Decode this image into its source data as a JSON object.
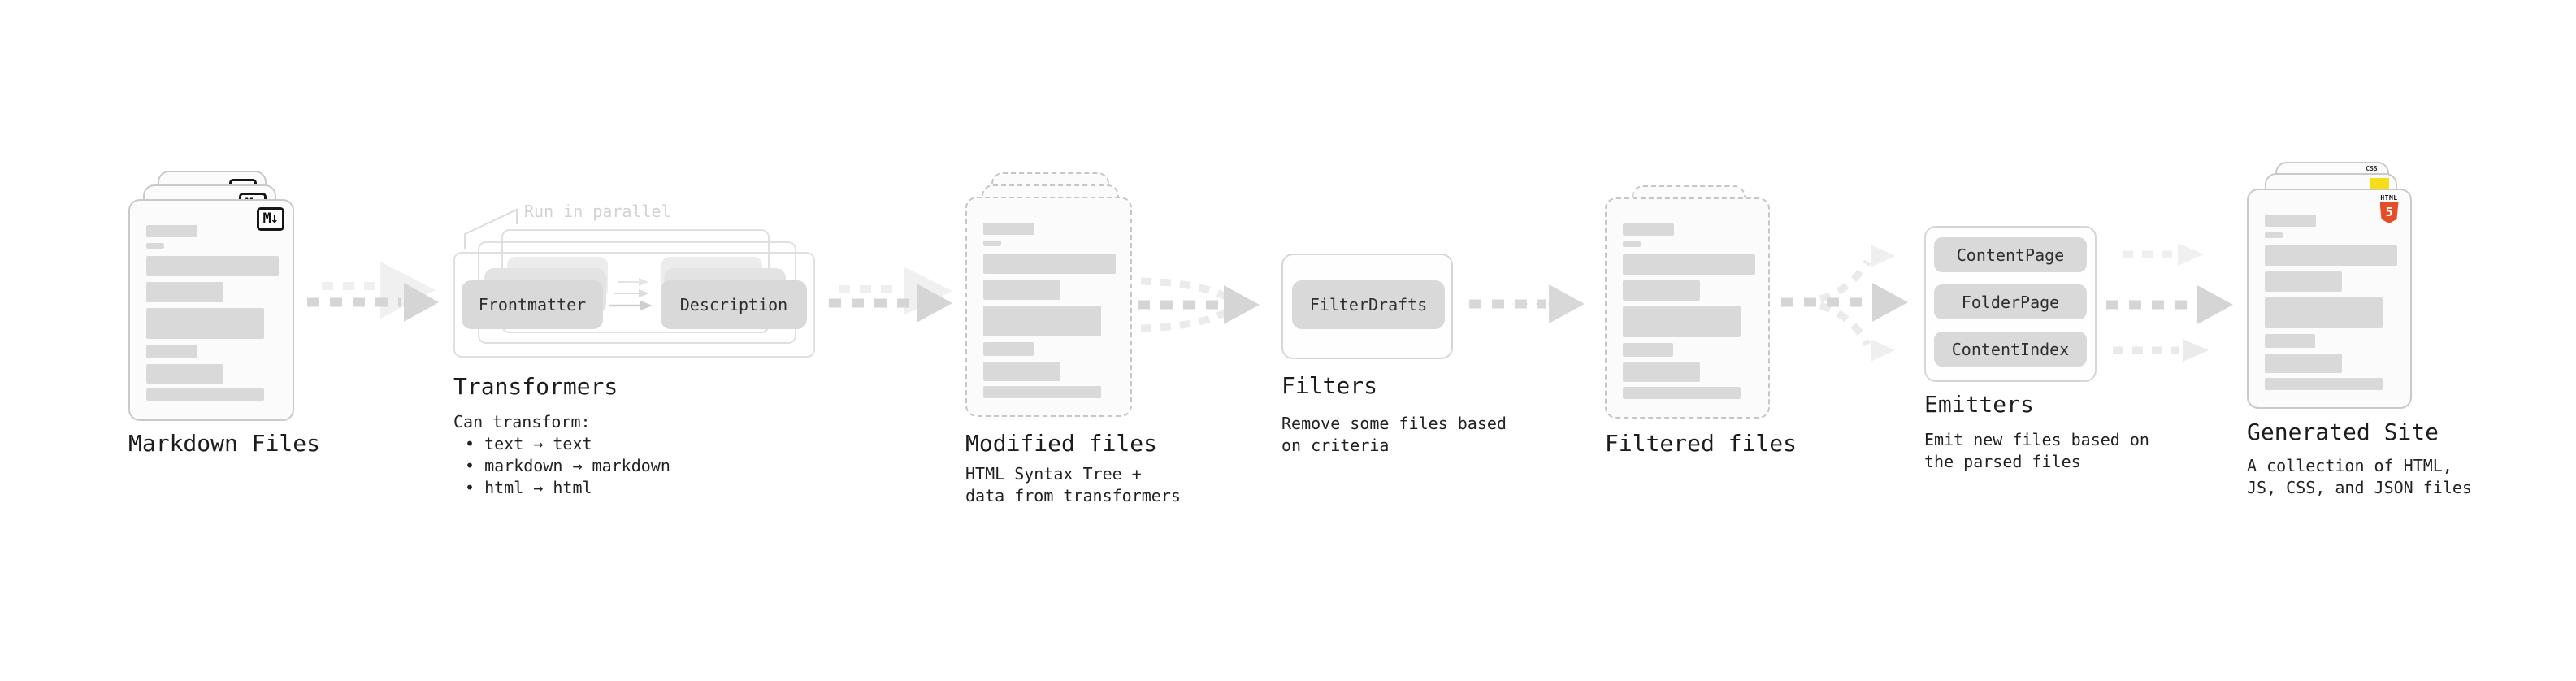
{
  "stages": {
    "markdown": {
      "title": "Markdown Files",
      "file_badge": "M↓"
    },
    "transformers": {
      "title": "Transformers",
      "note": "Run in parallel",
      "pill_left": "Frontmatter",
      "pill_right": "Description",
      "desc_heading": "Can transform:",
      "bullets": [
        "• text → text",
        "• markdown → markdown",
        "• html → html"
      ]
    },
    "modified": {
      "title": "Modified files",
      "desc_lines": [
        "HTML Syntax Tree +",
        "data from transformers"
      ]
    },
    "filters": {
      "title": "Filters",
      "pill": "FilterDrafts",
      "desc_lines": [
        "Remove some files based",
        "on criteria"
      ]
    },
    "filtered": {
      "title": "Filtered files"
    },
    "emitters": {
      "title": "Emitters",
      "pills": [
        "ContentPage",
        "FolderPage",
        "ContentIndex"
      ],
      "desc_lines": [
        "Emit new files based on",
        "the parsed files"
      ]
    },
    "generated": {
      "title": "Generated Site",
      "html5_word": "HTML",
      "html5_number": "5",
      "css_badge": "CSS",
      "desc_lines": [
        "A collection of HTML,",
        "JS, CSS, and JSON files"
      ]
    }
  },
  "colors": {
    "html5_orange": "#e44d26",
    "js_yellow": "#f5de19",
    "css_blue": "#2962ff",
    "arrow_dark": "#d5d5d5",
    "arrow_light": "#ededed"
  }
}
